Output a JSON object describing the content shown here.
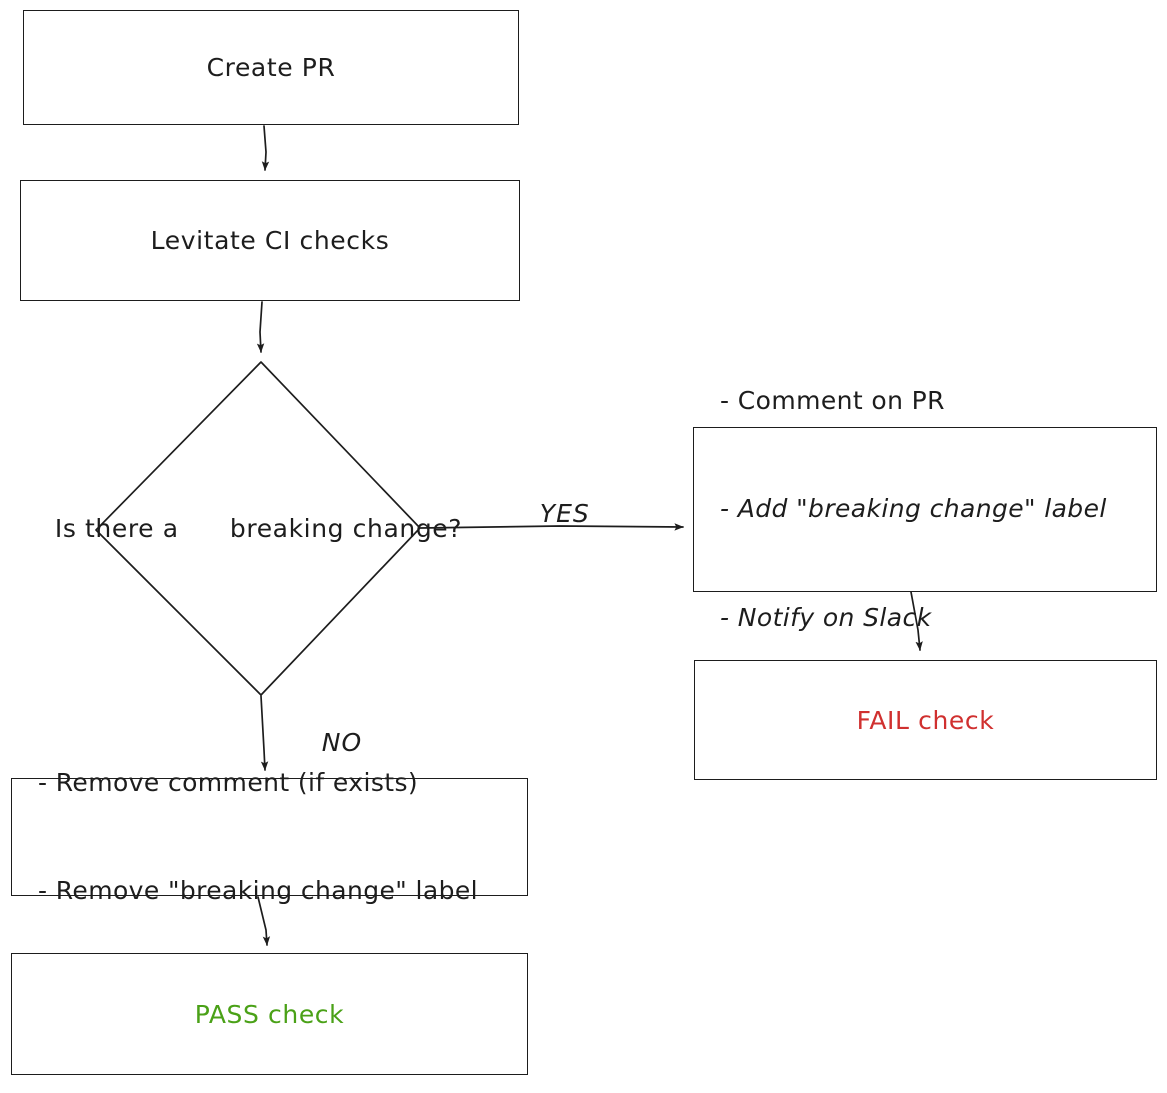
{
  "diagram": {
    "title": "PR breaking change CI flow",
    "colors": {
      "stroke": "#1d1d1d",
      "background": "#ffffff",
      "pass": "#4aa117",
      "fail": "#d0302f"
    },
    "nodes": {
      "create_pr": {
        "label": "Create PR",
        "shape": "rectangle"
      },
      "ci_checks": {
        "label": "Levitate CI checks",
        "shape": "rectangle"
      },
      "decision": {
        "label_line1": "Is there a",
        "label_line2": "breaking change?",
        "shape": "diamond"
      },
      "yes_actions": {
        "shape": "rectangle",
        "items": [
          "- Comment on PR",
          "- Add \"breaking change\" label",
          "- Notify on Slack"
        ]
      },
      "fail_check": {
        "label": "FAIL check",
        "shape": "rectangle"
      },
      "no_actions": {
        "shape": "rectangle",
        "items": [
          "- Remove comment (if exists)",
          "- Remove \"breaking change\" label"
        ]
      },
      "pass_check": {
        "label": "PASS check",
        "shape": "rectangle"
      }
    },
    "edges": {
      "yes_label": "YES",
      "no_label": "NO"
    }
  }
}
